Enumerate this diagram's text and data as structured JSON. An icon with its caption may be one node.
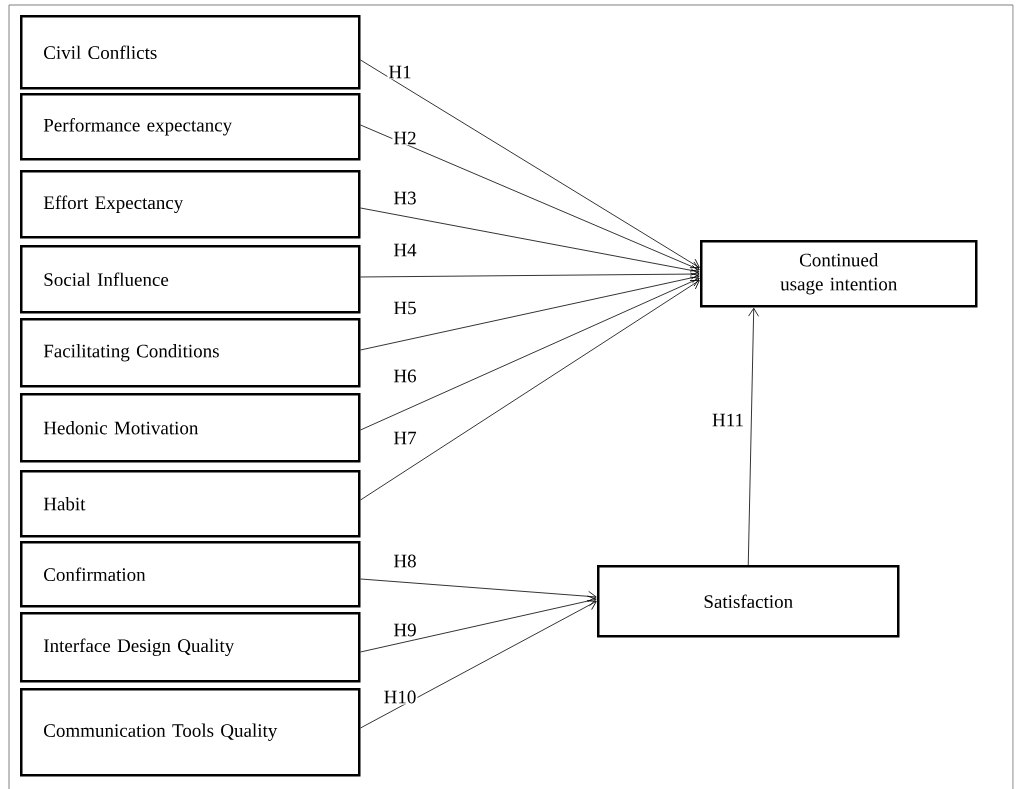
{
  "diagram": {
    "nodes": [
      {
        "text": [
          "Civil Conflicts"
        ]
      },
      {
        "text": [
          "Performance expectancy"
        ]
      },
      {
        "text": [
          "Effort Expectancy"
        ]
      },
      {
        "text": [
          "Social Influence"
        ]
      },
      {
        "text": [
          "Facilitating Conditions"
        ]
      },
      {
        "text": [
          "Hedonic Motivation"
        ]
      },
      {
        "text": [
          "Habit"
        ]
      },
      {
        "text": [
          "Confirmation"
        ]
      },
      {
        "text": [
          "Interface Design Quality"
        ]
      },
      {
        "text": [
          "Communication Tools Quality"
        ]
      },
      {
        "text": [
          "Continued usage intention"
        ]
      },
      {
        "text": [
          "Satisfaction"
        ]
      }
    ],
    "edges": [
      {
        "from": 0,
        "to": 10,
        "arrow": "to",
        "label": "H1"
      },
      {
        "from": 1,
        "to": 10,
        "arrow": "to",
        "label": "H2"
      },
      {
        "from": 2,
        "to": 10,
        "arrow": "to",
        "label": "H3"
      },
      {
        "from": 3,
        "to": 10,
        "arrow": "to",
        "label": "H4"
      },
      {
        "from": 4,
        "to": 10,
        "arrow": "to",
        "label": "H5"
      },
      {
        "from": 5,
        "to": 10,
        "arrow": "to",
        "label": "H6"
      },
      {
        "from": 6,
        "to": 10,
        "arrow": "to",
        "label": "H7"
      },
      {
        "from": 7,
        "to": 11,
        "arrow": "to",
        "label": "H8"
      },
      {
        "from": 8,
        "to": 11,
        "arrow": "to",
        "label": "H9"
      },
      {
        "from": 9,
        "to": 11,
        "arrow": "to",
        "label": "H10"
      },
      {
        "from": 11,
        "to": 10,
        "arrow": "to",
        "label": "H11"
      }
    ]
  }
}
